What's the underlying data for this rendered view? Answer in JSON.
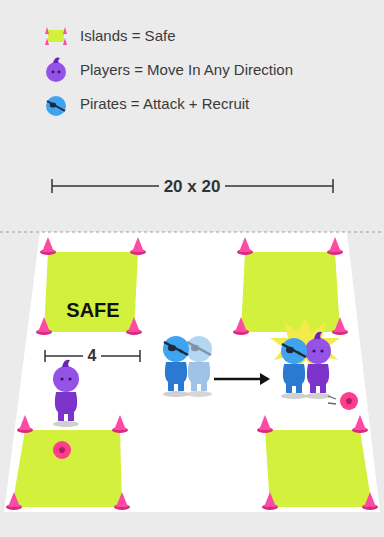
{
  "diagram": {
    "nodes": [
      {
        "text": [
          "SAFE"
        ]
      }
    ],
    "labels": [
      "20 x 20",
      "4"
    ],
    "legend": [
      {
        "text": "Islands = Safe"
      },
      {
        "text": "Players = Move In Any Direction"
      },
      {
        "text": "Pirates = Attack + Recruit"
      }
    ]
  }
}
